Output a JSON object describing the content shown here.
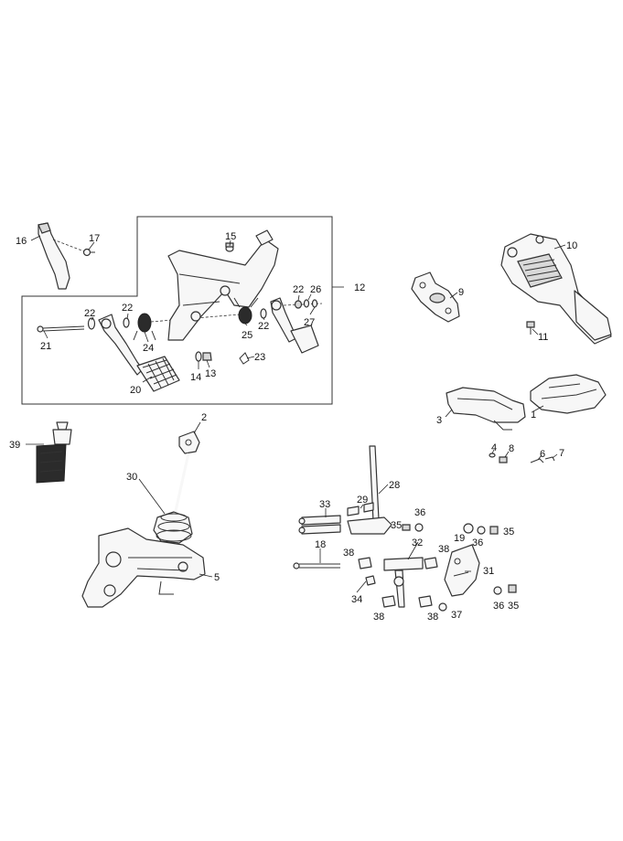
{
  "callouts": [
    {
      "id": "c1",
      "text": "1"
    },
    {
      "id": "c2",
      "text": "2"
    },
    {
      "id": "c3",
      "text": "3"
    },
    {
      "id": "c4",
      "text": "4"
    },
    {
      "id": "c5",
      "text": "5"
    },
    {
      "id": "c6",
      "text": "6"
    },
    {
      "id": "c7",
      "text": "7"
    },
    {
      "id": "c8",
      "text": "8"
    },
    {
      "id": "c9",
      "text": "9"
    },
    {
      "id": "c10",
      "text": "10"
    },
    {
      "id": "c11",
      "text": "11"
    },
    {
      "id": "c12",
      "text": "12"
    },
    {
      "id": "c13",
      "text": "13"
    },
    {
      "id": "c14",
      "text": "14"
    },
    {
      "id": "c15",
      "text": "15"
    },
    {
      "id": "c16",
      "text": "16"
    },
    {
      "id": "c17",
      "text": "17"
    },
    {
      "id": "c18",
      "text": "18"
    },
    {
      "id": "c19",
      "text": "19"
    },
    {
      "id": "c20",
      "text": "20"
    },
    {
      "id": "c21",
      "text": "21"
    },
    {
      "id": "c22a",
      "text": "22"
    },
    {
      "id": "c22b",
      "text": "22"
    },
    {
      "id": "c22c",
      "text": "22"
    },
    {
      "id": "c22d",
      "text": "22"
    },
    {
      "id": "c23",
      "text": "23"
    },
    {
      "id": "c24",
      "text": "24"
    },
    {
      "id": "c25",
      "text": "25"
    },
    {
      "id": "c26",
      "text": "26"
    },
    {
      "id": "c27",
      "text": "27"
    },
    {
      "id": "c28",
      "text": "28"
    },
    {
      "id": "c29",
      "text": "29"
    },
    {
      "id": "c30",
      "text": "30"
    },
    {
      "id": "c31",
      "text": "31"
    },
    {
      "id": "c32",
      "text": "32"
    },
    {
      "id": "c33",
      "text": "33"
    },
    {
      "id": "c34",
      "text": "34"
    },
    {
      "id": "c35a",
      "text": "35"
    },
    {
      "id": "c35b",
      "text": "35"
    },
    {
      "id": "c35c",
      "text": "35"
    },
    {
      "id": "c36a",
      "text": "36"
    },
    {
      "id": "c36b",
      "text": "36"
    },
    {
      "id": "c36c",
      "text": "36"
    },
    {
      "id": "c37",
      "text": "37"
    },
    {
      "id": "c38a",
      "text": "38"
    },
    {
      "id": "c38b",
      "text": "38"
    },
    {
      "id": "c38c",
      "text": "38"
    },
    {
      "id": "c38d",
      "text": "38"
    },
    {
      "id": "c39",
      "text": "39"
    }
  ],
  "colors": {
    "line": "#333333",
    "text": "#111111",
    "background": "#ffffff"
  }
}
